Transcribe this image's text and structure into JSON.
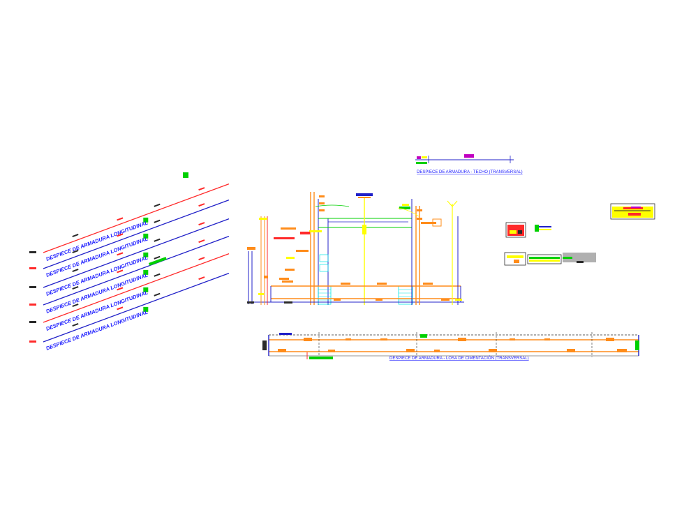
{
  "drawing": {
    "title_roof": "DESPIECE DE ARMADURA - TECHO (TRANSVERSAL)",
    "title_slab": "DESPIECE DE ARMADURA - LOSA DE CIMENTACIÓN (TRANSVERSAL)",
    "longitudinal_title": "DESPIECE DE ARMADURA LONGITUDINAL",
    "longitudinal_count": 6
  },
  "colors": {
    "background": "#ffffff",
    "red": "#ff2a2a",
    "blue": "#2020c8",
    "navy": "#1a1aff",
    "orange": "#ff8c1a",
    "yellow": "#ffff00",
    "green": "#00d000",
    "cyan": "#00e5e5",
    "magenta": "#c000c0",
    "grey": "#9a9a9a",
    "dark": "#2a2a2a"
  },
  "icons": {
    "bar_tag": "green-tag-icon",
    "section_mark": "section-marker-icon"
  }
}
